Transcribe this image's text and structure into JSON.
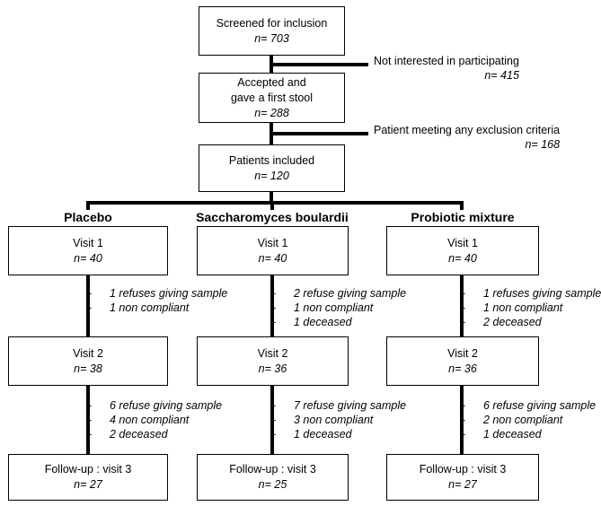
{
  "screened": {
    "label": "Screened for inclusion",
    "n": "n= 703"
  },
  "not_interested": {
    "label": "Not interested in participating",
    "n": "n= 415"
  },
  "accepted": {
    "line1": "Accepted and",
    "line2": "gave a first stool",
    "n": "n= 288"
  },
  "exclusion": {
    "label": "Patient meeting any exclusion criteria",
    "n": "n= 168"
  },
  "included": {
    "label": "Patients included",
    "n": "n= 120"
  },
  "arms": [
    {
      "title": "Placebo",
      "visit1": {
        "label": "Visit 1",
        "n": "n= 40"
      },
      "drop1": [
        "1 refuses giving sample",
        "1 non compliant"
      ],
      "visit2": {
        "label": "Visit 2",
        "n": "n= 38"
      },
      "drop2": [
        "6 refuse giving sample",
        "4 non compliant",
        "2 deceased"
      ],
      "visit3": {
        "label": "Follow-up : visit 3",
        "n": "n= 27"
      }
    },
    {
      "title": "Saccharomyces boulardii",
      "visit1": {
        "label": "Visit 1",
        "n": "n= 40"
      },
      "drop1": [
        "2 refuse giving sample",
        "1 non compliant",
        "1 deceased"
      ],
      "visit2": {
        "label": "Visit 2",
        "n": "n= 36"
      },
      "drop2": [
        "7 refuse giving sample",
        "3 non compliant",
        "1 deceased"
      ],
      "visit3": {
        "label": "Follow-up : visit 3",
        "n": "n= 25"
      }
    },
    {
      "title": "Probiotic mixture",
      "visit1": {
        "label": "Visit 1",
        "n": "n= 40"
      },
      "drop1": [
        "1 refuses giving sample",
        "1 non compliant",
        "2 deceased"
      ],
      "visit2": {
        "label": "Visit 2",
        "n": "n= 36"
      },
      "drop2": [
        "6 refuse giving sample",
        "2 non compliant",
        "1 deceased"
      ],
      "visit3": {
        "label": "Follow-up : visit 3",
        "n": "n= 27"
      }
    }
  ]
}
